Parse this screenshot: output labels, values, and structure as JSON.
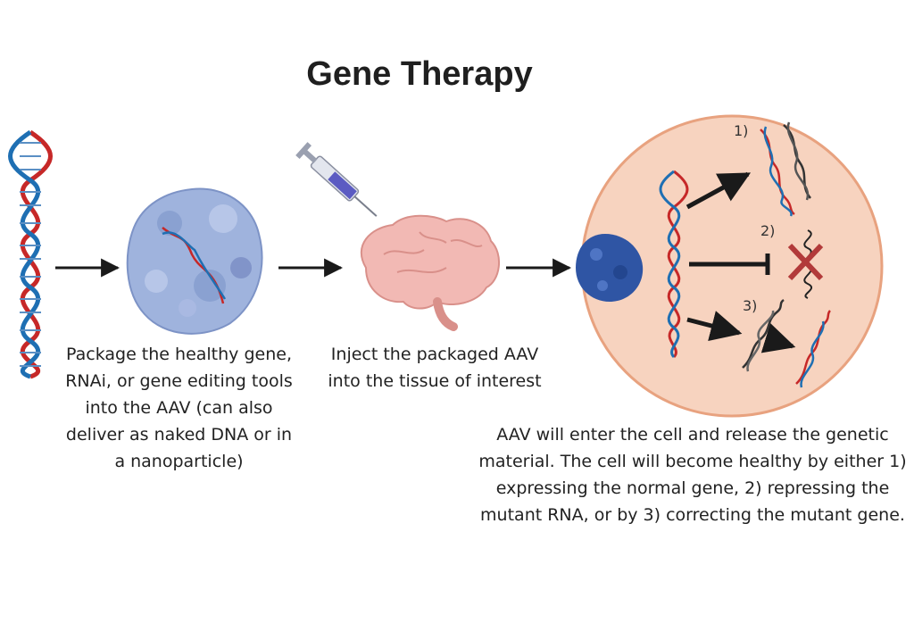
{
  "title": "Gene Therapy",
  "steps": [
    {
      "caption": "Package the healthy gene, RNAi, or gene editing tools into the AAV (can also deliver as naked DNA or in a nanoparticle)"
    },
    {
      "caption": "Inject the packaged AAV into the tissue of interest"
    },
    {
      "caption": "AAV will enter the cell and release the genetic material. The cell will become healthy by either 1) expressing the normal gene,  2) repressing the mutant RNA, or by 3) correcting the mutant gene."
    }
  ],
  "outcome_labels": [
    "1)",
    "2)",
    "3)"
  ],
  "colors": {
    "dna_red": "#c62828",
    "dna_blue": "#1e6fb3",
    "cell_fill": "#f7d3bf",
    "cell_stroke": "#e8a27f",
    "virus": "#9fb3dd",
    "virus_dark": "#2f55a4",
    "brain": "#f2b9b4",
    "x_mark": "#b23a3a"
  }
}
